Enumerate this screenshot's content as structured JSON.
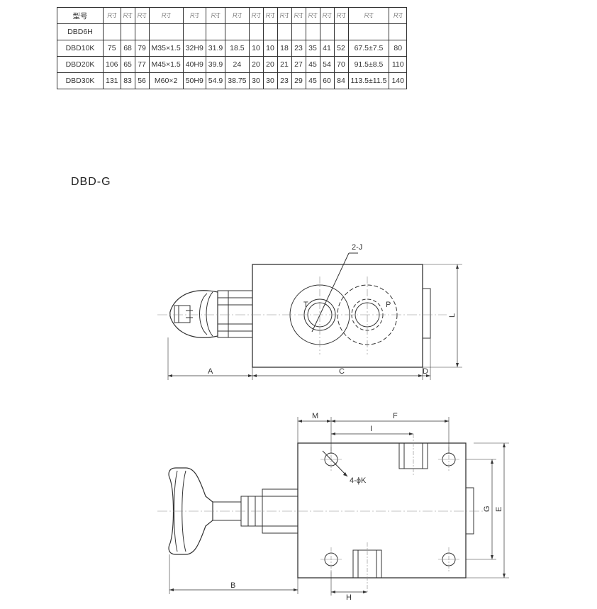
{
  "table": {
    "header_row": [
      "型号",
      "尺寸",
      "尺寸",
      "尺寸",
      "尺寸",
      "尺寸",
      "尺寸",
      "尺寸",
      "尺寸",
      "尺寸",
      "尺寸",
      "尺寸",
      "尺寸",
      "尺寸",
      "尺寸",
      "尺寸",
      "尺寸"
    ],
    "rows": [
      {
        "model": "DBD6H",
        "cells": [
          "",
          "",
          "",
          "",
          "",
          "",
          "",
          "",
          "",
          "",
          "",
          "",
          "",
          "",
          "",
          ""
        ]
      },
      {
        "model": "DBD10K",
        "cells": [
          "75",
          "68",
          "79",
          "M35×1.5",
          "32H9",
          "31.9",
          "18.5",
          "10",
          "10",
          "18",
          "23",
          "35",
          "41",
          "52",
          "67.5±7.5",
          "80"
        ]
      },
      {
        "model": "DBD20K",
        "cells": [
          "106",
          "65",
          "77",
          "M45×1.5",
          "40H9",
          "39.9",
          "24",
          "20",
          "20",
          "21",
          "27",
          "45",
          "54",
          "70",
          "91.5±8.5",
          "110"
        ]
      },
      {
        "model": "DBD30K",
        "cells": [
          "131",
          "83",
          "56",
          "M60×2",
          "50H9",
          "54.9",
          "38.75",
          "30",
          "30",
          "23",
          "29",
          "45",
          "60",
          "84",
          "113.5±11.5",
          "140"
        ]
      }
    ]
  },
  "section_title": "DBD-G",
  "labels": {
    "two_j": "2-J",
    "port_t": "T",
    "port_p": "P",
    "dim_a": "A",
    "dim_c": "C",
    "dim_d": "D",
    "dim_l": "L",
    "dim_m": "M",
    "dim_f": "F",
    "dim_i": "I",
    "four_k": "4-ϕK",
    "dim_g": "G",
    "dim_e": "E",
    "dim_b": "B",
    "dim_h": "H"
  }
}
